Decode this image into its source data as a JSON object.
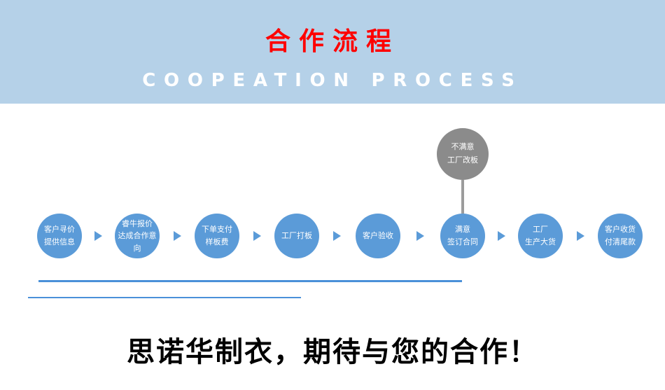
{
  "banner": {
    "title": "合作流程",
    "subtitle": "COOPEATION PROCESS",
    "bg_color": "#b5d1e8",
    "title_color": "#fe0000",
    "subtitle_color": "#ffffff"
  },
  "flow": {
    "node_color": "#5b9bd8",
    "branch_node_color": "#8b8b8b",
    "connector_color": "#9c9c9c",
    "line_color": "#4a90d9",
    "steps": [
      {
        "label": "客户寻价\n提供信息"
      },
      {
        "label": "睿牛报价\n达成合作意向"
      },
      {
        "label": "下单支付\n样板费"
      },
      {
        "label": "工厂打板"
      },
      {
        "label": "客户验收"
      },
      {
        "label": "满意\n签订合同"
      },
      {
        "label": "工厂\n生产大货"
      },
      {
        "label": "客户收货\n付清尾款"
      }
    ],
    "branch": {
      "label": "不满意\n工厂改板"
    }
  },
  "footer": {
    "text": "思诺华制衣，期待与您的合作！"
  }
}
